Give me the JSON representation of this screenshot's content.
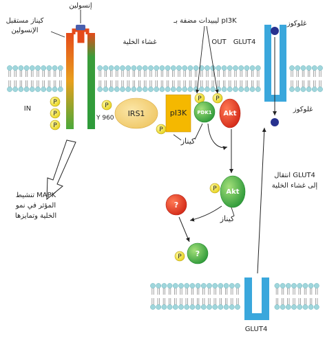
{
  "labels": {
    "insulin": "إنسولين",
    "insulin_receptor_kinase": [
      "كيناز مستقبل",
      "الإنسولين"
    ],
    "cell_membrane": "غشاء الخلية",
    "pi3k_lipids": "ليبيدات مضفة بـ pI3K",
    "out": "OUT",
    "in": "IN",
    "glut4_top": "GLUT4",
    "glut4_bottom": "GLUT4",
    "glucose_top": "غلوكوز",
    "glucose_inside": "غلوكوز",
    "y960": "Y 960",
    "irs1": "IRS1",
    "pi3k": "pI3K",
    "pdk1": "PDK1",
    "akt_membrane": "Akt",
    "akt_active": "Akt",
    "kinase_1": "كيناز",
    "kinase_2": "كيناز",
    "mapk_text": [
      "تنشيط MAPK",
      "المؤثر في نمو",
      "الخلية وتمايزها"
    ],
    "glut4_transport": [
      "انتقال GLUT4",
      "إلى غشاء الخلية"
    ],
    "unknown": "?",
    "phospho": "P"
  },
  "colors": {
    "membrane_head": "#9fd6dc",
    "membrane_tail": "#8a8a8a",
    "receptor_left": "#e85a1b",
    "receptor_right": "#2e9b3a",
    "insulin_blue": "#4a5fae",
    "glut4": "#3aa7dc",
    "glucose": "#27318f",
    "irs1": "#f3d27a",
    "pi3k": "#f5b800",
    "pdk1": "#3fb34a",
    "akt": "#e23a2a",
    "akt_active": "#4fb046",
    "phospho": "#f2e23a",
    "unknown_red": "#e53a1f",
    "unknown_green": "#58b947"
  }
}
